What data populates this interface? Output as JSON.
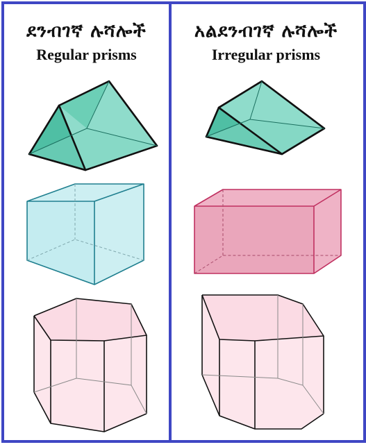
{
  "left_column": {
    "title_amharic": "ደንብገኛ ሉሻሎች",
    "title_english": "Regular prisms"
  },
  "right_column": {
    "title_amharic": "አልደንብገኛ ሉሻሎች",
    "title_english": "Irregular prisms"
  },
  "colors": {
    "frame": "#3f47c4",
    "triangular_prism_fill": "#8fdccb",
    "triangular_prism_dark": "#4fbfa4",
    "cube_fill": "#cdeff2",
    "cube_stroke": "#1f7f8f",
    "cuboid_fill": "#efb3c6",
    "cuboid_stroke": "#c03060",
    "pentagonal_fill": "#fde6ec",
    "edge": "#111111"
  }
}
